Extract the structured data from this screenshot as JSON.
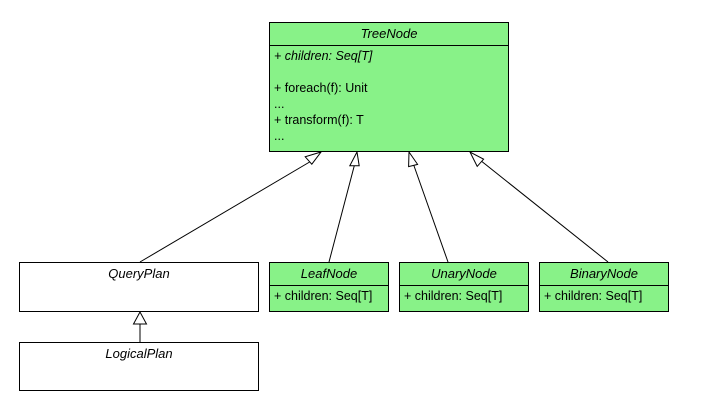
{
  "colors": {
    "class_fill": "#88f288",
    "plain_fill": "#ffffff",
    "stroke": "#000000"
  },
  "classes": {
    "tree_node": {
      "name": "TreeNode",
      "abstract_member": "+ children: Seq[T]",
      "members": [
        "+ foreach(f): Unit",
        "...",
        "+ transform(f): T",
        "..."
      ]
    },
    "query_plan": {
      "name": "QueryPlan"
    },
    "logical_plan": {
      "name": "LogicalPlan"
    },
    "leaf_node": {
      "name": "LeafNode",
      "member": "+ children: Seq[T]"
    },
    "unary_node": {
      "name": "UnaryNode",
      "member": "+ children: Seq[T]"
    },
    "binary_node": {
      "name": "BinaryNode",
      "member": "+ children: Seq[T]"
    }
  },
  "relations": [
    {
      "from": "QueryPlan",
      "to": "TreeNode",
      "kind": "inheritance"
    },
    {
      "from": "LeafNode",
      "to": "TreeNode",
      "kind": "inheritance"
    },
    {
      "from": "UnaryNode",
      "to": "TreeNode",
      "kind": "inheritance"
    },
    {
      "from": "BinaryNode",
      "to": "TreeNode",
      "kind": "inheritance"
    },
    {
      "from": "LogicalPlan",
      "to": "QueryPlan",
      "kind": "inheritance"
    }
  ]
}
